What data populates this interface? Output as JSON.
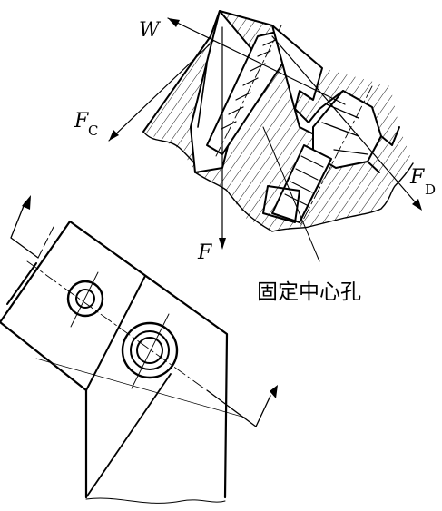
{
  "labels": {
    "w": "W",
    "fc_main": "F",
    "fc_sub": "C",
    "fd_main": "F",
    "fd_sub": "D",
    "f": "F",
    "caption": "固定中心孔"
  },
  "colors": {
    "line": "#000000",
    "background": "#ffffff"
  }
}
